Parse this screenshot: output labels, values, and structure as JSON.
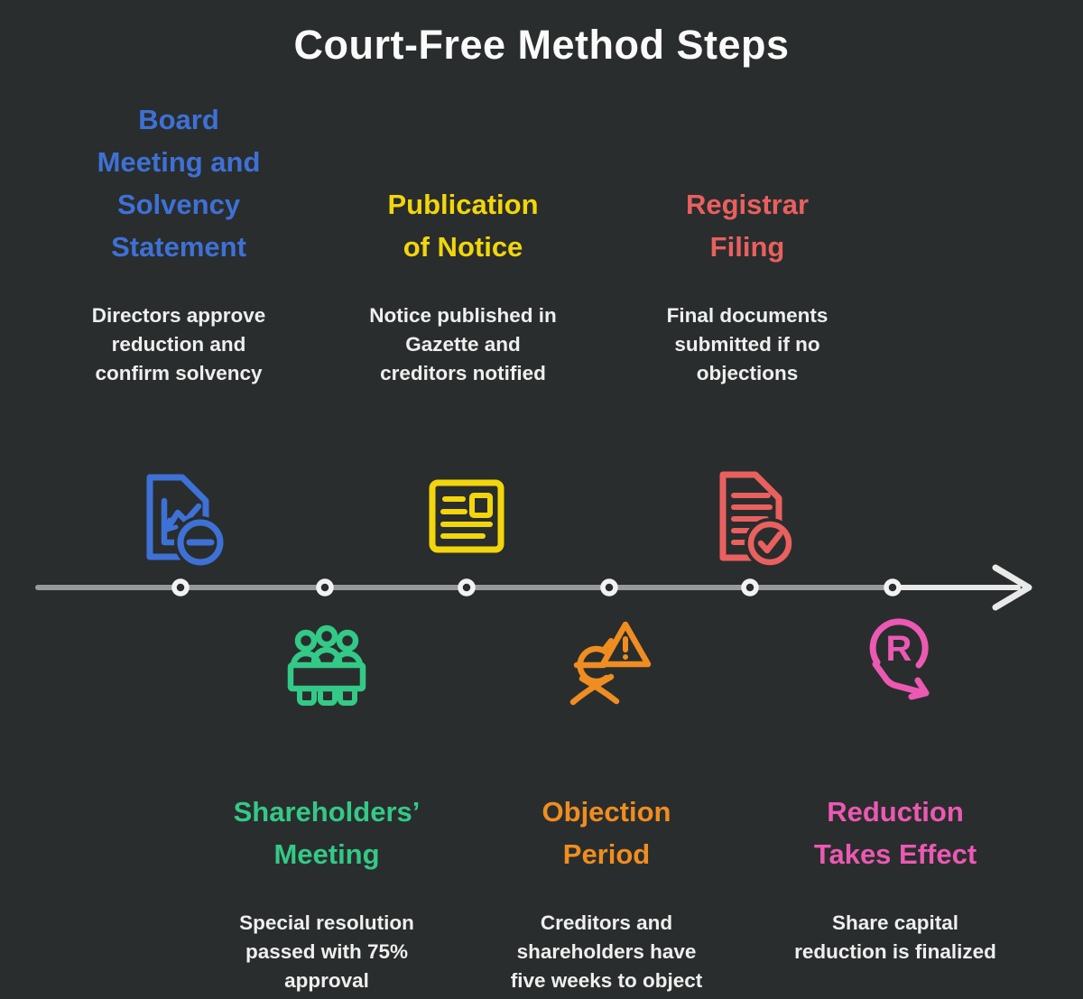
{
  "title": "Court-Free Method Steps",
  "theme": {
    "background": "#2a2d2d",
    "title_color": "#fafafa",
    "body_text_color": "#efefef",
    "timeline_line_color": "#97999a",
    "timeline_arrow_color": "#e9e9e9",
    "timeline_dot_color": "#f2f2f2"
  },
  "steps": [
    {
      "label": "Board\nMeeting and\nSolvency\nStatement",
      "description": "Directors approve\nreduction and\nconfirm solvency",
      "color": "#3e71d6",
      "icon": "document-chart-minus-icon",
      "position": "top"
    },
    {
      "label": "Shareholders’\nMeeting",
      "description": "Special resolution\npassed with 75%\napproval",
      "color": "#33c987",
      "icon": "meeting-table-people-icon",
      "position": "bottom"
    },
    {
      "label": "Publication\nof Notice",
      "description": "Notice published in\nGazette and\ncreditors notified",
      "color": "#f2d60b",
      "icon": "newspaper-notice-icon",
      "position": "top"
    },
    {
      "label": "Objection\nPeriod",
      "description": "Creditors and\nshareholders have\nfive weeks to object",
      "color": "#ef8d21",
      "icon": "creditor-warning-icon",
      "position": "bottom"
    },
    {
      "label": "Registrar\nFiling",
      "description": "Final documents\nsubmitted if no\nobjections",
      "color": "#e9605f",
      "icon": "document-check-icon",
      "position": "top"
    },
    {
      "label": "Reduction\nTakes Effect",
      "description": "Share capital\nreduction is finalized",
      "color": "#eb59b3",
      "icon": "registered-trend-arrow-icon",
      "position": "bottom"
    }
  ]
}
